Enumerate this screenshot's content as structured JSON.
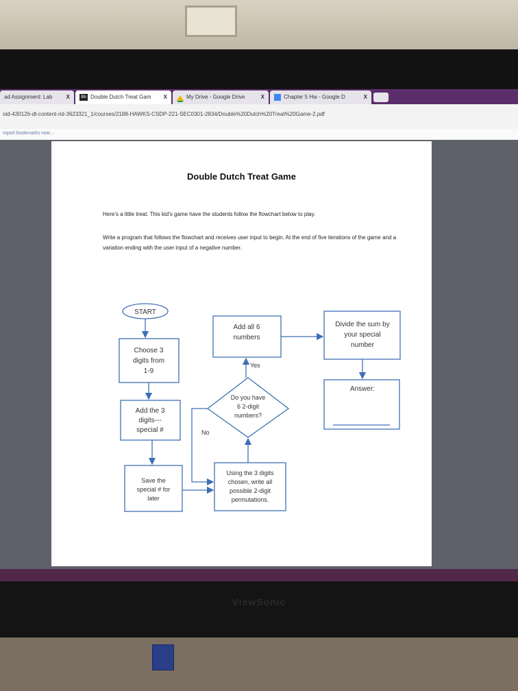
{
  "browser": {
    "tabs": [
      {
        "label": "ad Assignment: Lab",
        "close": "X"
      },
      {
        "label": "Double Dutch Treat Gam",
        "close": "X",
        "icon_text": "Bb"
      },
      {
        "label": "My Drive - Google Drive",
        "close": "X"
      },
      {
        "label": "Chapter 5 Hw - Google D",
        "close": "X"
      }
    ],
    "url": "oid-430126-dt-content-rid-3623321_1/courses/2188-HAWKS-CSDP-221-SEC0301-2834/Double%20Dutch%20Treat%20Game-2.pdf",
    "bookmarks_text": "mport bookmarks now..."
  },
  "document": {
    "title": "Double Dutch Treat Game",
    "paragraph1": "Here’s a little treat.  This kid’s game have the students follow the flowchart below to play.",
    "paragraph2": "Write a program that follows the flowchart and receives user input to begin.  At the end of five iterations of the game and a variation ending with the user input of a negative number."
  },
  "flowchart": {
    "start": "START",
    "choose": [
      "Choose 3",
      "digits from",
      "1-9"
    ],
    "add3": [
      "Add the 3",
      "digits---",
      "special #"
    ],
    "save": [
      "Save the",
      "special # for",
      "later"
    ],
    "using": [
      "Using the 3 digits",
      "chosen, write all",
      "possible 2-digit",
      "permutations."
    ],
    "decision": [
      "Do you have",
      "6 2-digit",
      "numbers?"
    ],
    "yes": "Yes",
    "no": "No",
    "addall": [
      "Add all 6",
      "numbers"
    ],
    "divide": [
      "Divide the sum by",
      "your special",
      "number"
    ],
    "answer": "Answer:"
  },
  "monitor": {
    "brand": "ViewSonic"
  },
  "colors": {
    "box_border": "#3f6fb5",
    "arrow": "#3f6fb5",
    "tabbar": "#5b2d6b"
  }
}
